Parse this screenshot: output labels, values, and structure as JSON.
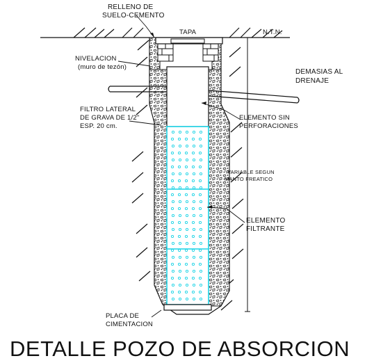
{
  "title": "DETALLE POZO DE ABSORCION",
  "labels": {
    "relleno_line1": "RELLENO DE",
    "relleno_line2": "SUELO-CEMENTO",
    "tapa": "TAPA",
    "ntn": "N.T.N.",
    "nivelacion_line1": "NIVELACION",
    "nivelacion_line2": "(muro de tezón)",
    "demasias_line1": "DEMASIAS AL",
    "demasias_line2": "DRENAJE",
    "filtro_line1": "FILTRO LATERAL",
    "filtro_line2": "DE GRAVA DE 1/2\"",
    "filtro_line3": "ESP. 20 cm.",
    "elemento_sin_line1": "ELEMENTO SIN",
    "elemento_sin_line2": "PERFORACIONES",
    "variable_line1": "VARIABLE SEGUN",
    "variable_line2": "MANTO FREATICO",
    "filtrante_line1": "ELEMENTO",
    "filtrante_line2": "FILTRANTE",
    "placa_line1": "PLACA DE",
    "placa_line2": "CIMENTACION"
  },
  "colors": {
    "ink": "#111111",
    "filter_element": "#19d3e6"
  }
}
